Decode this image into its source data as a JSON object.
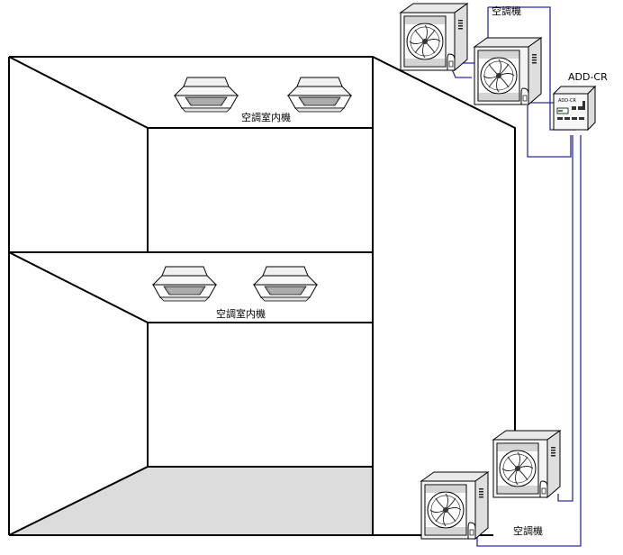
{
  "labels": {
    "outdoor_unit_top": "空調機",
    "controller": "ADD-CR",
    "indoor_units_upper": "空調室内機",
    "indoor_units_lower": "空調室内機",
    "outdoor_unit_bottom": "空調機"
  },
  "controller_brand": "ADD-CR",
  "colors": {
    "wiring": "#2a2aa8",
    "building_outline": "#000000",
    "floor_fill": "#dcdcdc",
    "unit_body": "#f4f4f4"
  },
  "icons": {
    "outdoor_unit": "outdoor-ac-unit-icon",
    "indoor_unit": "ceiling-cassette-unit-icon",
    "controller": "controller-box-icon"
  }
}
